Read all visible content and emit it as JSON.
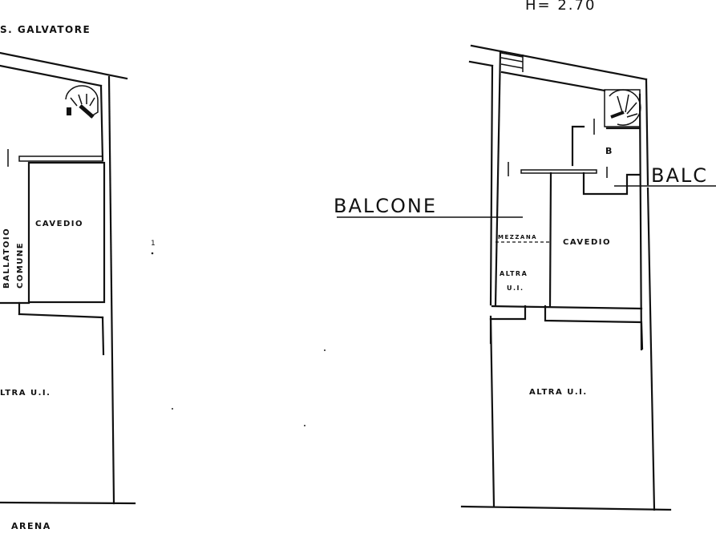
{
  "drawing": {
    "height_annotation": "H= 2.70",
    "left_plan": {
      "street_top": "S. GALVATORE",
      "street_bottom": "ARENA",
      "rooms": {
        "cavedio": "CAVEDIO",
        "ballatoio_line1": "BALLATOIO",
        "ballatoio_line2": "COMUNE",
        "altra_ui": "LTRA U.I."
      },
      "stray_mark": "1"
    },
    "right_plan": {
      "callout_left": "BALCONE",
      "callout_right": "BALC",
      "rooms": {
        "bath": "B",
        "cavedio": "CAVEDIO",
        "mezzana": "MEZZANA",
        "altra_ui_small_line1": "ALTRA",
        "altra_ui_small_line2": "U.I.",
        "altra_ui": "ALTRA U.I."
      }
    },
    "colors": {
      "ink": "#111111",
      "paper": "#ffffff"
    }
  }
}
